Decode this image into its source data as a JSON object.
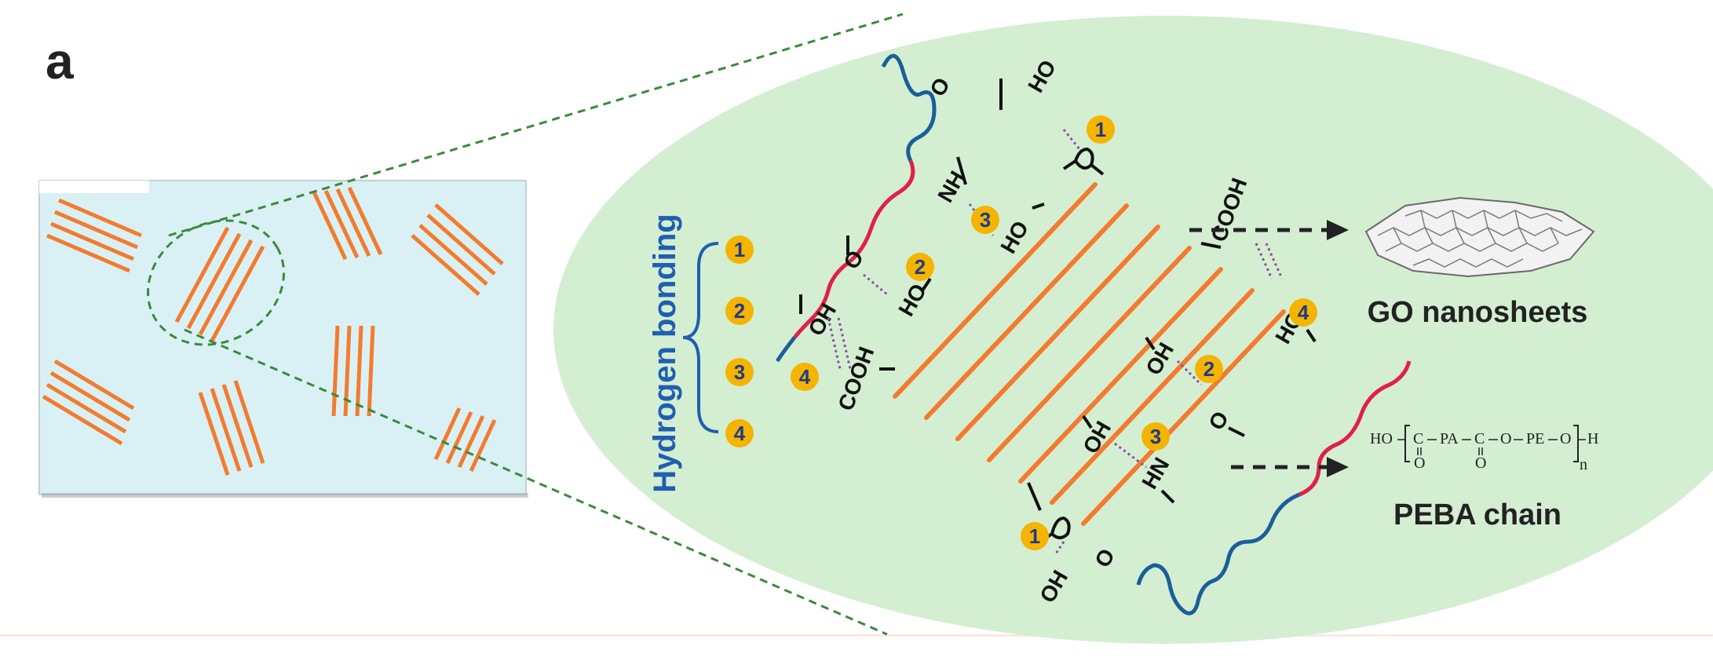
{
  "panel_label": "a",
  "colors": {
    "sheet": "#f37b2f",
    "membrane_bg": "#d9f1f4",
    "ellipse_bg": "#d4eed2",
    "zoom_line": "#3c8a3c",
    "hbond_label": "#1f5fb0",
    "badge_fill": "#f5b400",
    "badge_text": "#1e3a8a",
    "chain_blue": "#1a5f9a",
    "chain_red": "#e0204a",
    "hbond_dots": "#8a4fa0"
  },
  "legend": {
    "title": "Hydrogen bonding",
    "items": [
      "1",
      "2",
      "3",
      "4"
    ]
  },
  "chem_labels": {
    "oh": "OH",
    "ho": "HO",
    "cooh": "COOH",
    "nh": "NH",
    "hn": "HN",
    "o": "O"
  },
  "outputs": {
    "go_label": "GO nanosheets",
    "peba_label": "PEBA chain",
    "peba_formula": {
      "ho": "HO",
      "c1": "C",
      "pa": "PA",
      "c2": "C",
      "o": "O",
      "pe": "PE",
      "o2": "O",
      "h": "H",
      "n": "n",
      "co": "O"
    }
  }
}
